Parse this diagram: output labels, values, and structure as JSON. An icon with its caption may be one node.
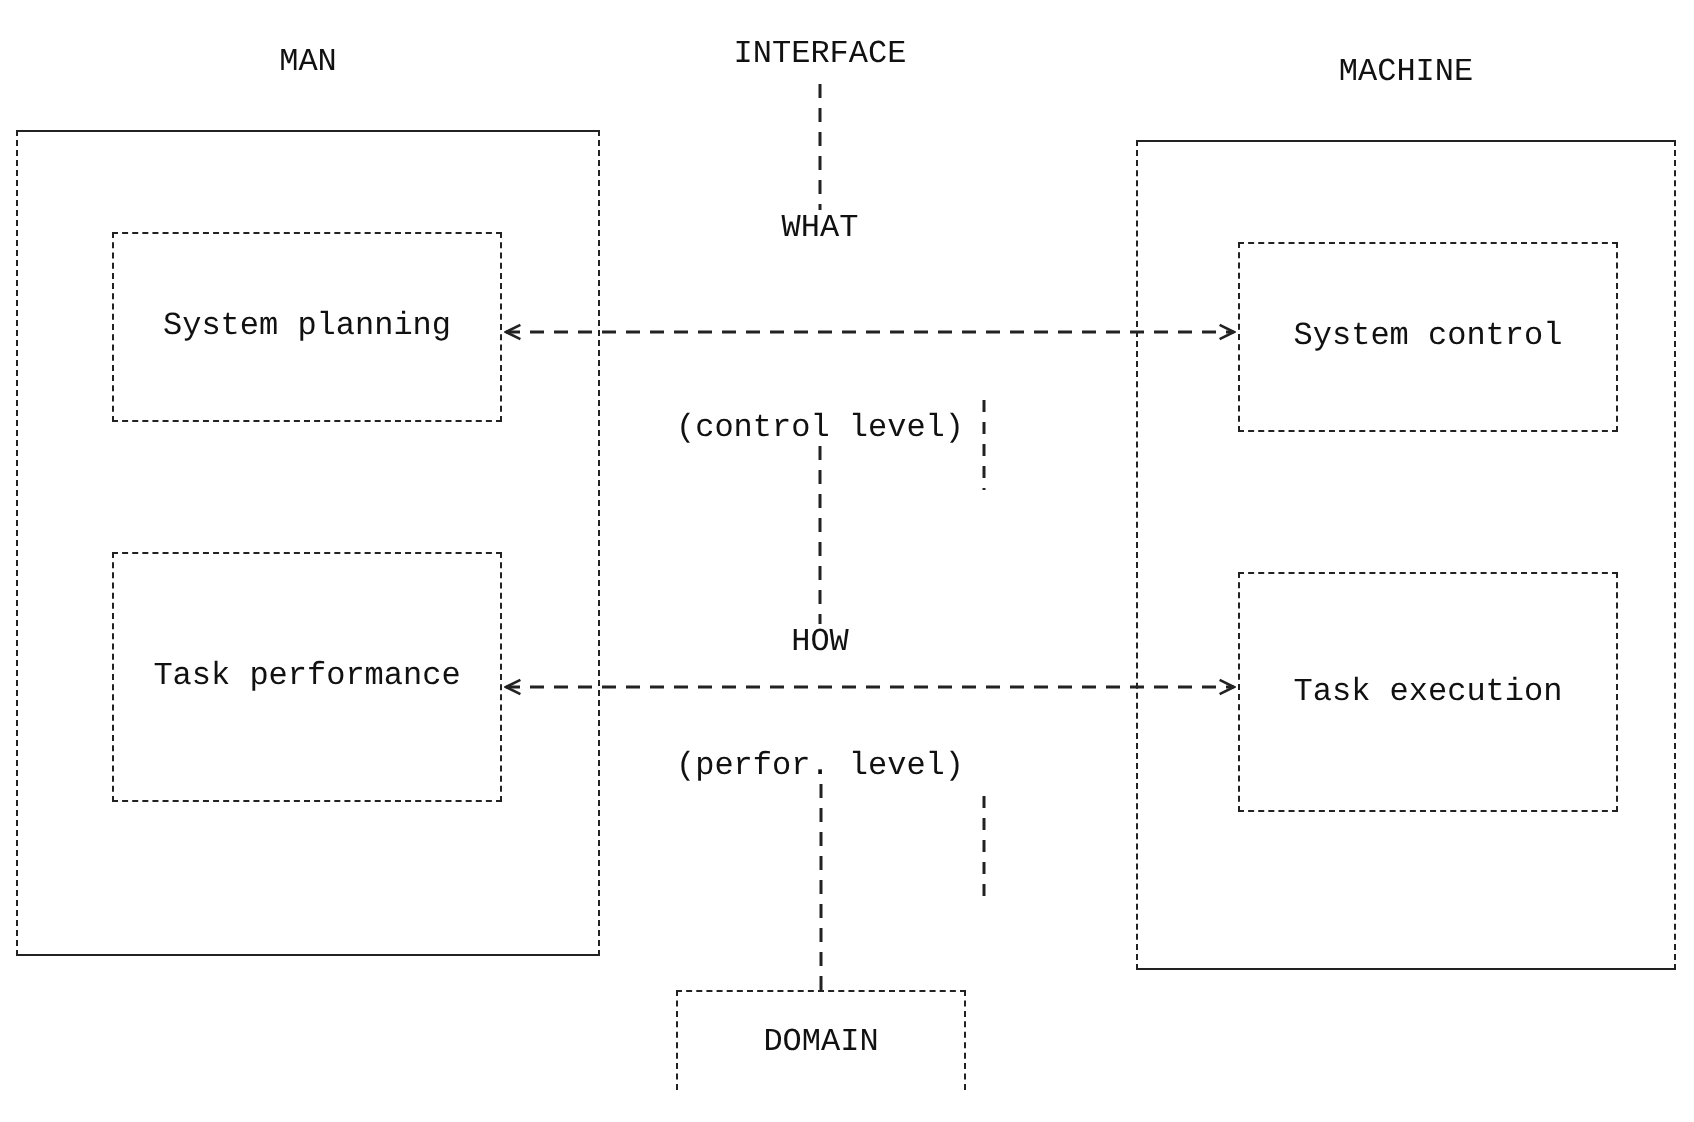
{
  "diagram": {
    "nodes": [
      {
        "text": [
          "MAN"
        ]
      },
      {
        "text": [
          "System planning"
        ],
        "in": 0
      },
      {
        "text": [
          "Task performance"
        ],
        "in": 0
      },
      {
        "text": [
          "MACHINE"
        ]
      },
      {
        "text": [
          "System control"
        ],
        "in": 3
      },
      {
        "text": [
          "Task execution"
        ],
        "in": 3
      },
      {
        "text": [
          "INTERFACE"
        ]
      },
      {
        "text": [
          "WHAT",
          "(control level)"
        ]
      },
      {
        "text": [
          "HOW",
          "(perfor. level)"
        ]
      },
      {
        "text": [
          "DOMAIN"
        ]
      }
    ],
    "edges": [
      {
        "from": 1,
        "to": 4,
        "arrow": "both",
        "style": "dashed"
      },
      {
        "from": 2,
        "to": 5,
        "arrow": "both",
        "style": "dashed"
      },
      {
        "from": 6,
        "to": 7,
        "arrow": "none",
        "style": "dashed"
      },
      {
        "from": 7,
        "to": 8,
        "arrow": "none",
        "style": "dashed"
      },
      {
        "from": 8,
        "to": 9,
        "arrow": "none",
        "style": "dashed"
      }
    ]
  }
}
